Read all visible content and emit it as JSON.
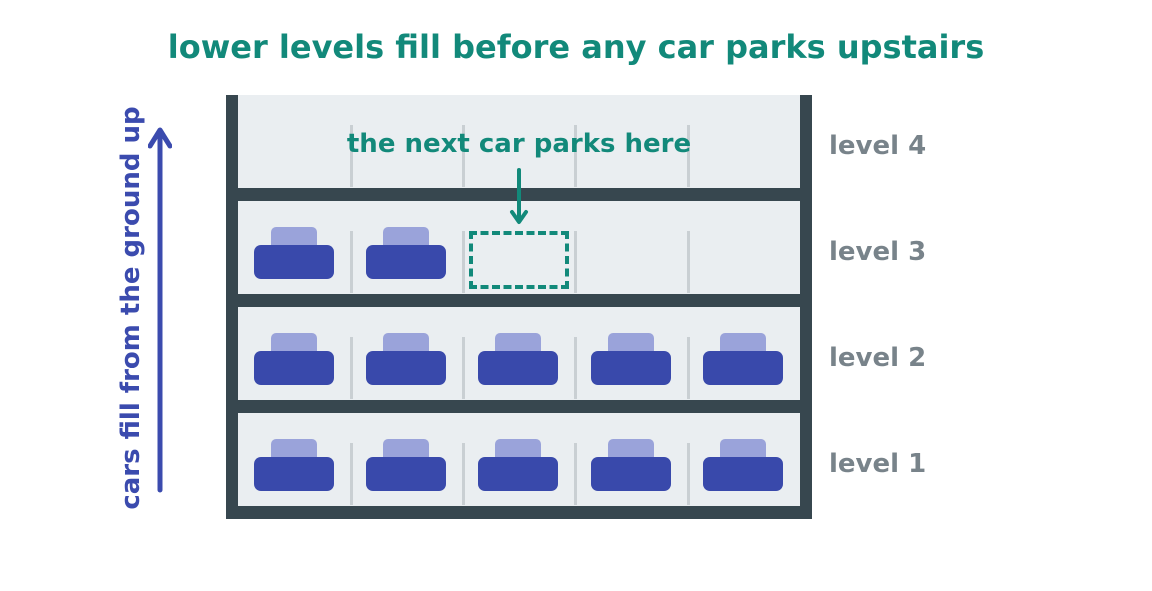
{
  "title": "lower levels fill before any car parks upstairs",
  "side_label": "cars fill from the ground up",
  "next_label": "the next car parks here",
  "colors": {
    "accent": "#12897a",
    "car_body": "#3949ab",
    "car_roof": "#9aa3da",
    "frame": "#37474f",
    "floor": "#eaeef1",
    "side_label": "#3b4bae",
    "level_label": "#78838a"
  },
  "levels": [
    {
      "label": "level 4",
      "slots": [
        false,
        false,
        false,
        false,
        false
      ]
    },
    {
      "label": "level 3",
      "slots": [
        true,
        true,
        "next",
        false,
        false
      ]
    },
    {
      "label": "level 2",
      "slots": [
        true,
        true,
        true,
        true,
        true
      ]
    },
    {
      "label": "level 1",
      "slots": [
        true,
        true,
        true,
        true,
        true
      ]
    }
  ]
}
